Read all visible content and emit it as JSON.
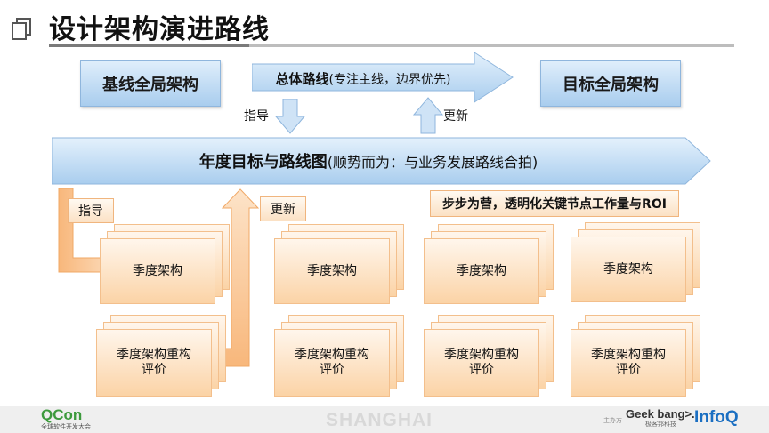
{
  "title": "设计架构演进路线",
  "top": {
    "baseline": "基线全局架构",
    "route_bold": "总体路线",
    "route_note": "(专注主线，边界优先)",
    "target": "目标全局架构",
    "guide": "指导",
    "update": "更新"
  },
  "banner": {
    "bold": "年度目标与路线图",
    "note": "(顺势而为：与业务发展路线合拍)"
  },
  "labels": {
    "guide": "指导",
    "update": "更新",
    "roi": "步步为营，透明化关键节点工作量与ROI"
  },
  "cards": {
    "arch": [
      "季度架构",
      "季度架构",
      "季度架构",
      "季度架构"
    ],
    "eval": [
      [
        "季度架构重构",
        "评价"
      ],
      [
        "季度架构重构",
        "评价"
      ],
      [
        "季度架构重构",
        "评价"
      ],
      [
        "季度架构重构",
        "评价"
      ]
    ]
  },
  "footer": {
    "qcon": "QCon",
    "qcon_sub": "全球软件开发大会",
    "city": "SHANGHAI",
    "sponsor_label": "主办方",
    "geekbang": "Geek bang>.",
    "geekbang_sub": "极客邦科技",
    "infoq": "InfoQ"
  },
  "colors": {
    "accent_blue": "#a9cdee",
    "accent_orange": "#fbd3a6",
    "qcon_green": "#3d9a3d",
    "infoq_blue": "#1b6fc2"
  }
}
